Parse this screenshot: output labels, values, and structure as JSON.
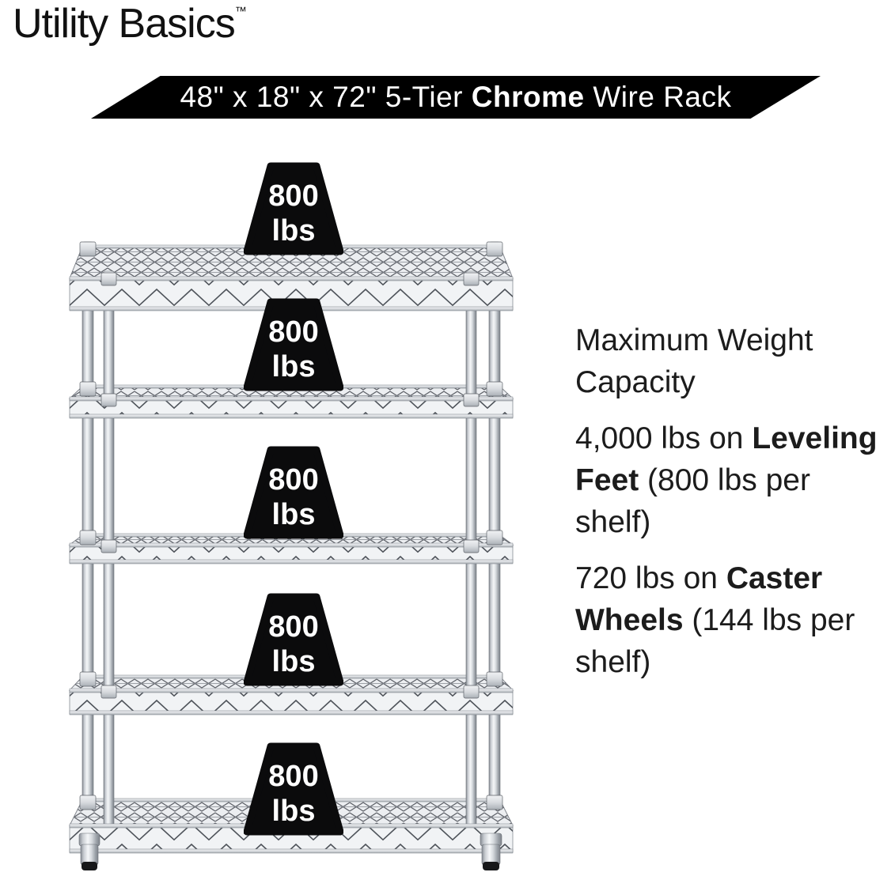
{
  "brand": {
    "name": "Utility Basics",
    "trademark": "™"
  },
  "banner": {
    "size_prefix": "48\" x 18\" x 72\" 5-Tier ",
    "highlight": "Chrome",
    "suffix": " Wire Rack"
  },
  "product": {
    "tiers": 5,
    "finish": "Chrome"
  },
  "weights": [
    {
      "value": "800",
      "unit": "lbs"
    },
    {
      "value": "800",
      "unit": "lbs"
    },
    {
      "value": "800",
      "unit": "lbs"
    },
    {
      "value": "800",
      "unit": "lbs"
    },
    {
      "value": "800",
      "unit": "lbs"
    }
  ],
  "info": {
    "heading_line1": "Maximum Weight",
    "heading_line2": "Capacity",
    "feet": {
      "l1_normal": "4,000 lbs on ",
      "l1_bold": "Leveling",
      "l2_bold": "Feet",
      "l2_normal": " (800 lbs per",
      "l3_normal": "shelf)"
    },
    "wheels": {
      "l1_normal": "720 lbs on ",
      "l1_bold": "Caster",
      "l2_bold": "Wheels",
      "l2_normal": " (144 lbs per",
      "l3_normal": "shelf)"
    }
  },
  "colors": {
    "background": "#ffffff",
    "banner_bg": "#000000",
    "banner_text": "#ffffff",
    "weight_fill": "#0b0b0c",
    "weight_text": "#ffffff",
    "body_text": "#1a1a1a",
    "chrome_light": "#f5f7f9",
    "chrome_dark": "#83888f"
  }
}
